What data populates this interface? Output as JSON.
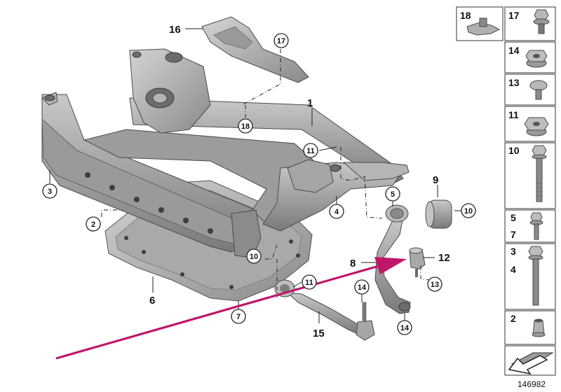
{
  "parts": {
    "1": "1",
    "2": "2",
    "3": "3",
    "4": "4",
    "5": "5",
    "6": "6",
    "7": "7",
    "8": "8",
    "9": "9",
    "10": "10",
    "11": "11",
    "12": "12",
    "13": "13",
    "14": "14",
    "15": "15",
    "16": "16",
    "17": "17",
    "18": "18"
  },
  "sidebar": {
    "items": [
      {
        "label": "18",
        "icon": "clip-nut-icon"
      },
      {
        "label": "17",
        "icon": "flange-bolt-icon"
      },
      {
        "label": "14",
        "icon": "flange-nut-icon"
      },
      {
        "label": "13",
        "icon": "button-screw-icon"
      },
      {
        "label": "11",
        "icon": "hex-nut-icon"
      },
      {
        "label": "10",
        "icon": "long-bolt-icon"
      },
      {
        "label": "5",
        "icon": "short-bolt-icon"
      },
      {
        "label": "7",
        "icon": "short-bolt-icon"
      },
      {
        "label": "3",
        "icon": "long-bolt-icon"
      },
      {
        "label": "4",
        "icon": "long-bolt-icon"
      },
      {
        "label": "2",
        "icon": "cage-nut-icon"
      }
    ]
  },
  "footer": {
    "diagram_number": "146982"
  },
  "colors": {
    "arrow": "#c0176a",
    "part_light": "#b4b4b4",
    "part_dark": "#6c6c6c"
  }
}
